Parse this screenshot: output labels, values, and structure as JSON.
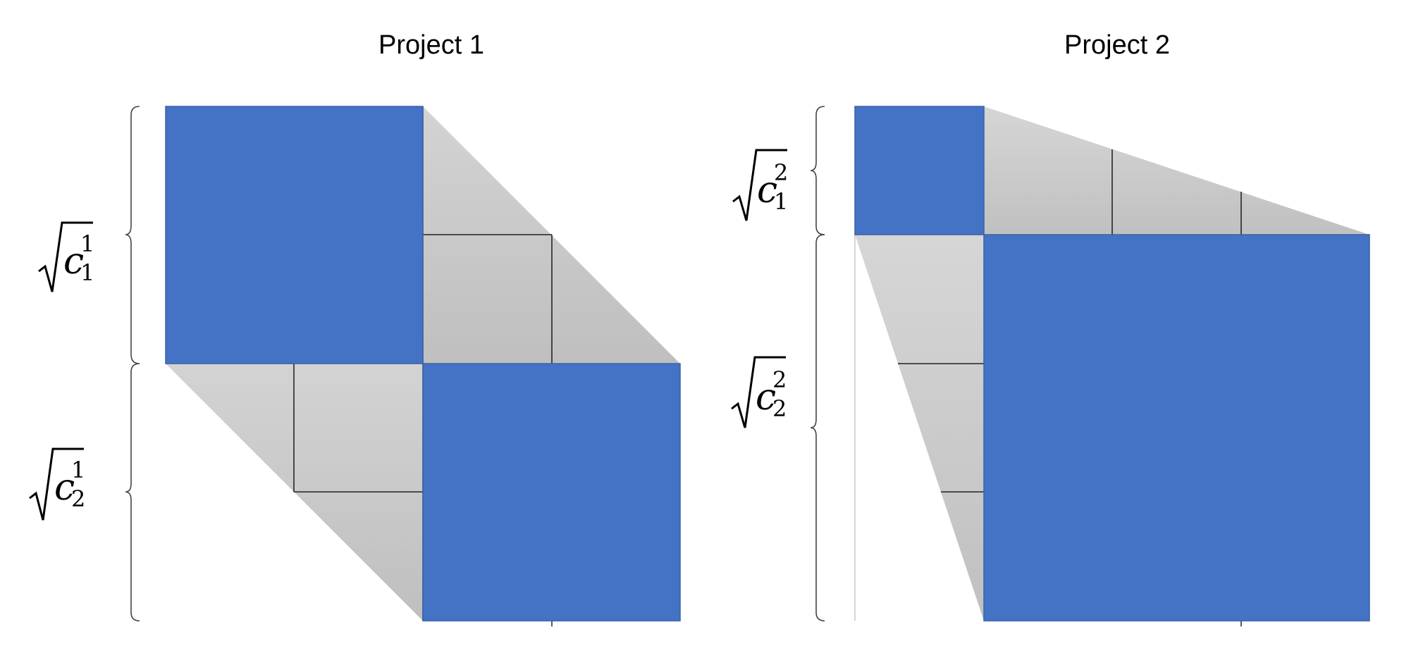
{
  "panels": [
    {
      "title": "Project 1",
      "labels": [
        {
          "base": "c",
          "sub": "1",
          "sup": "1"
        },
        {
          "base": "c",
          "sub": "2",
          "sup": "1"
        }
      ]
    },
    {
      "title": "Project 2",
      "labels": [
        {
          "base": "c",
          "sub": "1",
          "sup": "2"
        },
        {
          "base": "c",
          "sub": "2",
          "sup": "2"
        }
      ]
    }
  ],
  "colors": {
    "block": "#4472C4",
    "fill": "#cccccc"
  }
}
